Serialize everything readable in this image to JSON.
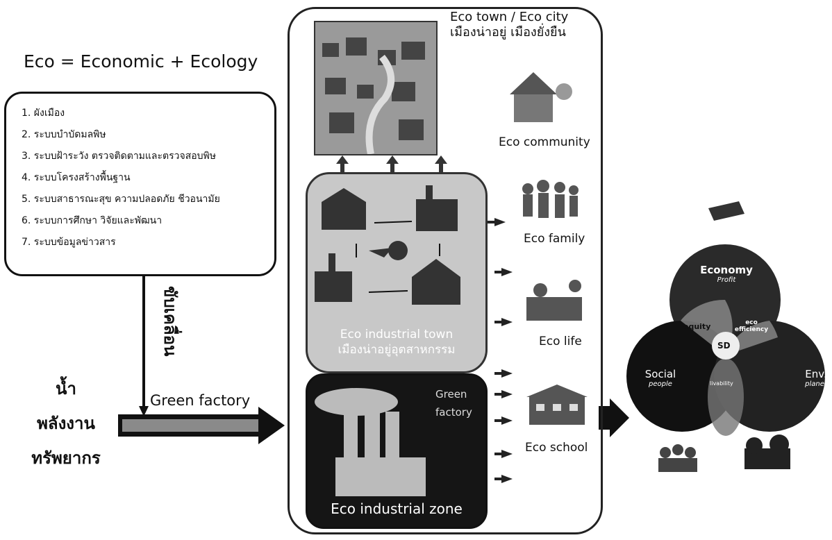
{
  "eco_formula": "Eco = Economic + Ecology",
  "systems": [
    "1. ผังเมือง",
    "2. ระบบบำบัดมลพิษ",
    "3. ระบบฝ้าระวัง ตรวจติดตามและตรวจสอบพิษ",
    "4. ระบบโครงสร้างพื้นฐาน",
    "5. ระบบสาธารณะสุข ความปลอดภัย ชีวอนามัย",
    "6. ระบบการศึกษา วิจัยและพัฒนา",
    "7. ระบบข้อมูลข่าวสาร"
  ],
  "drive_label": "ขับเคลื่อน",
  "inputs": [
    "น้ำ",
    "พลังงาน",
    "ทรัพยากร"
  ],
  "green_factory_label": "Green factory",
  "eco_town": {
    "line1": "Eco town / Eco city",
    "line2": "เมืองน่าอยู่ เมืองยั่งยืน"
  },
  "eco_industrial_town": {
    "line1": "Eco industrial town",
    "line2": "เมืองน่าอยู่อุตสาหกรรม"
  },
  "factory_inner": {
    "line1": "Green",
    "line2": "factory"
  },
  "eco_industrial_zone": "Eco industrial zone",
  "right_items": [
    "Eco community",
    "Eco family",
    "Eco life",
    "Eco school"
  ],
  "venn": {
    "economy": "Economy",
    "economy_sub": "Profit",
    "social": "Social",
    "social_sub": "people",
    "env": "Env.",
    "env_sub": "planet",
    "equity": "equity",
    "eco_efficiency": "eco efficiency",
    "sd": "SD",
    "livability": "livability"
  },
  "colors": {
    "ink": "#111111",
    "zone_bg": "#151515",
    "mid_bg": "#c8c8c8"
  }
}
